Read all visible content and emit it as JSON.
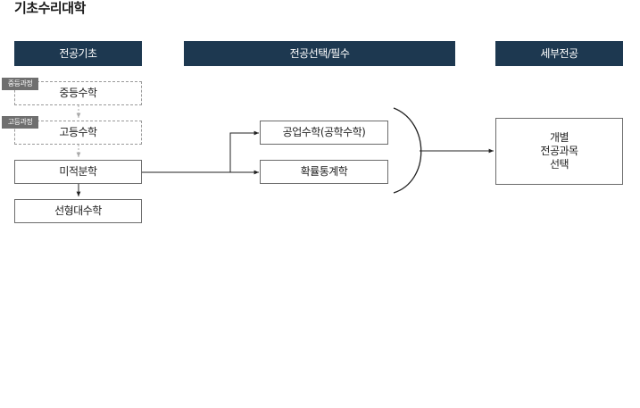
{
  "page": {
    "title": "기초수리대학"
  },
  "columns": {
    "basic": "전공기초",
    "core": "전공선택/필수",
    "detail": "세부전공"
  },
  "nodes": {
    "middle_math": "중등수학",
    "high_math": "고등수학",
    "calculus": "미적분학",
    "linear_algebra": "선형대수학",
    "eng_math": "공업수학(공학수학)",
    "prob_stats": "확률통계학",
    "elective": [
      "개별",
      "전공과목",
      "선택"
    ]
  },
  "tags": {
    "middle": "중등과정",
    "high": "고등과정"
  },
  "colors": {
    "header_bg": "#1d3850",
    "tag_bg": "#6f6f6f",
    "line": "#222222",
    "dashed_line": "#aaaaaa"
  }
}
